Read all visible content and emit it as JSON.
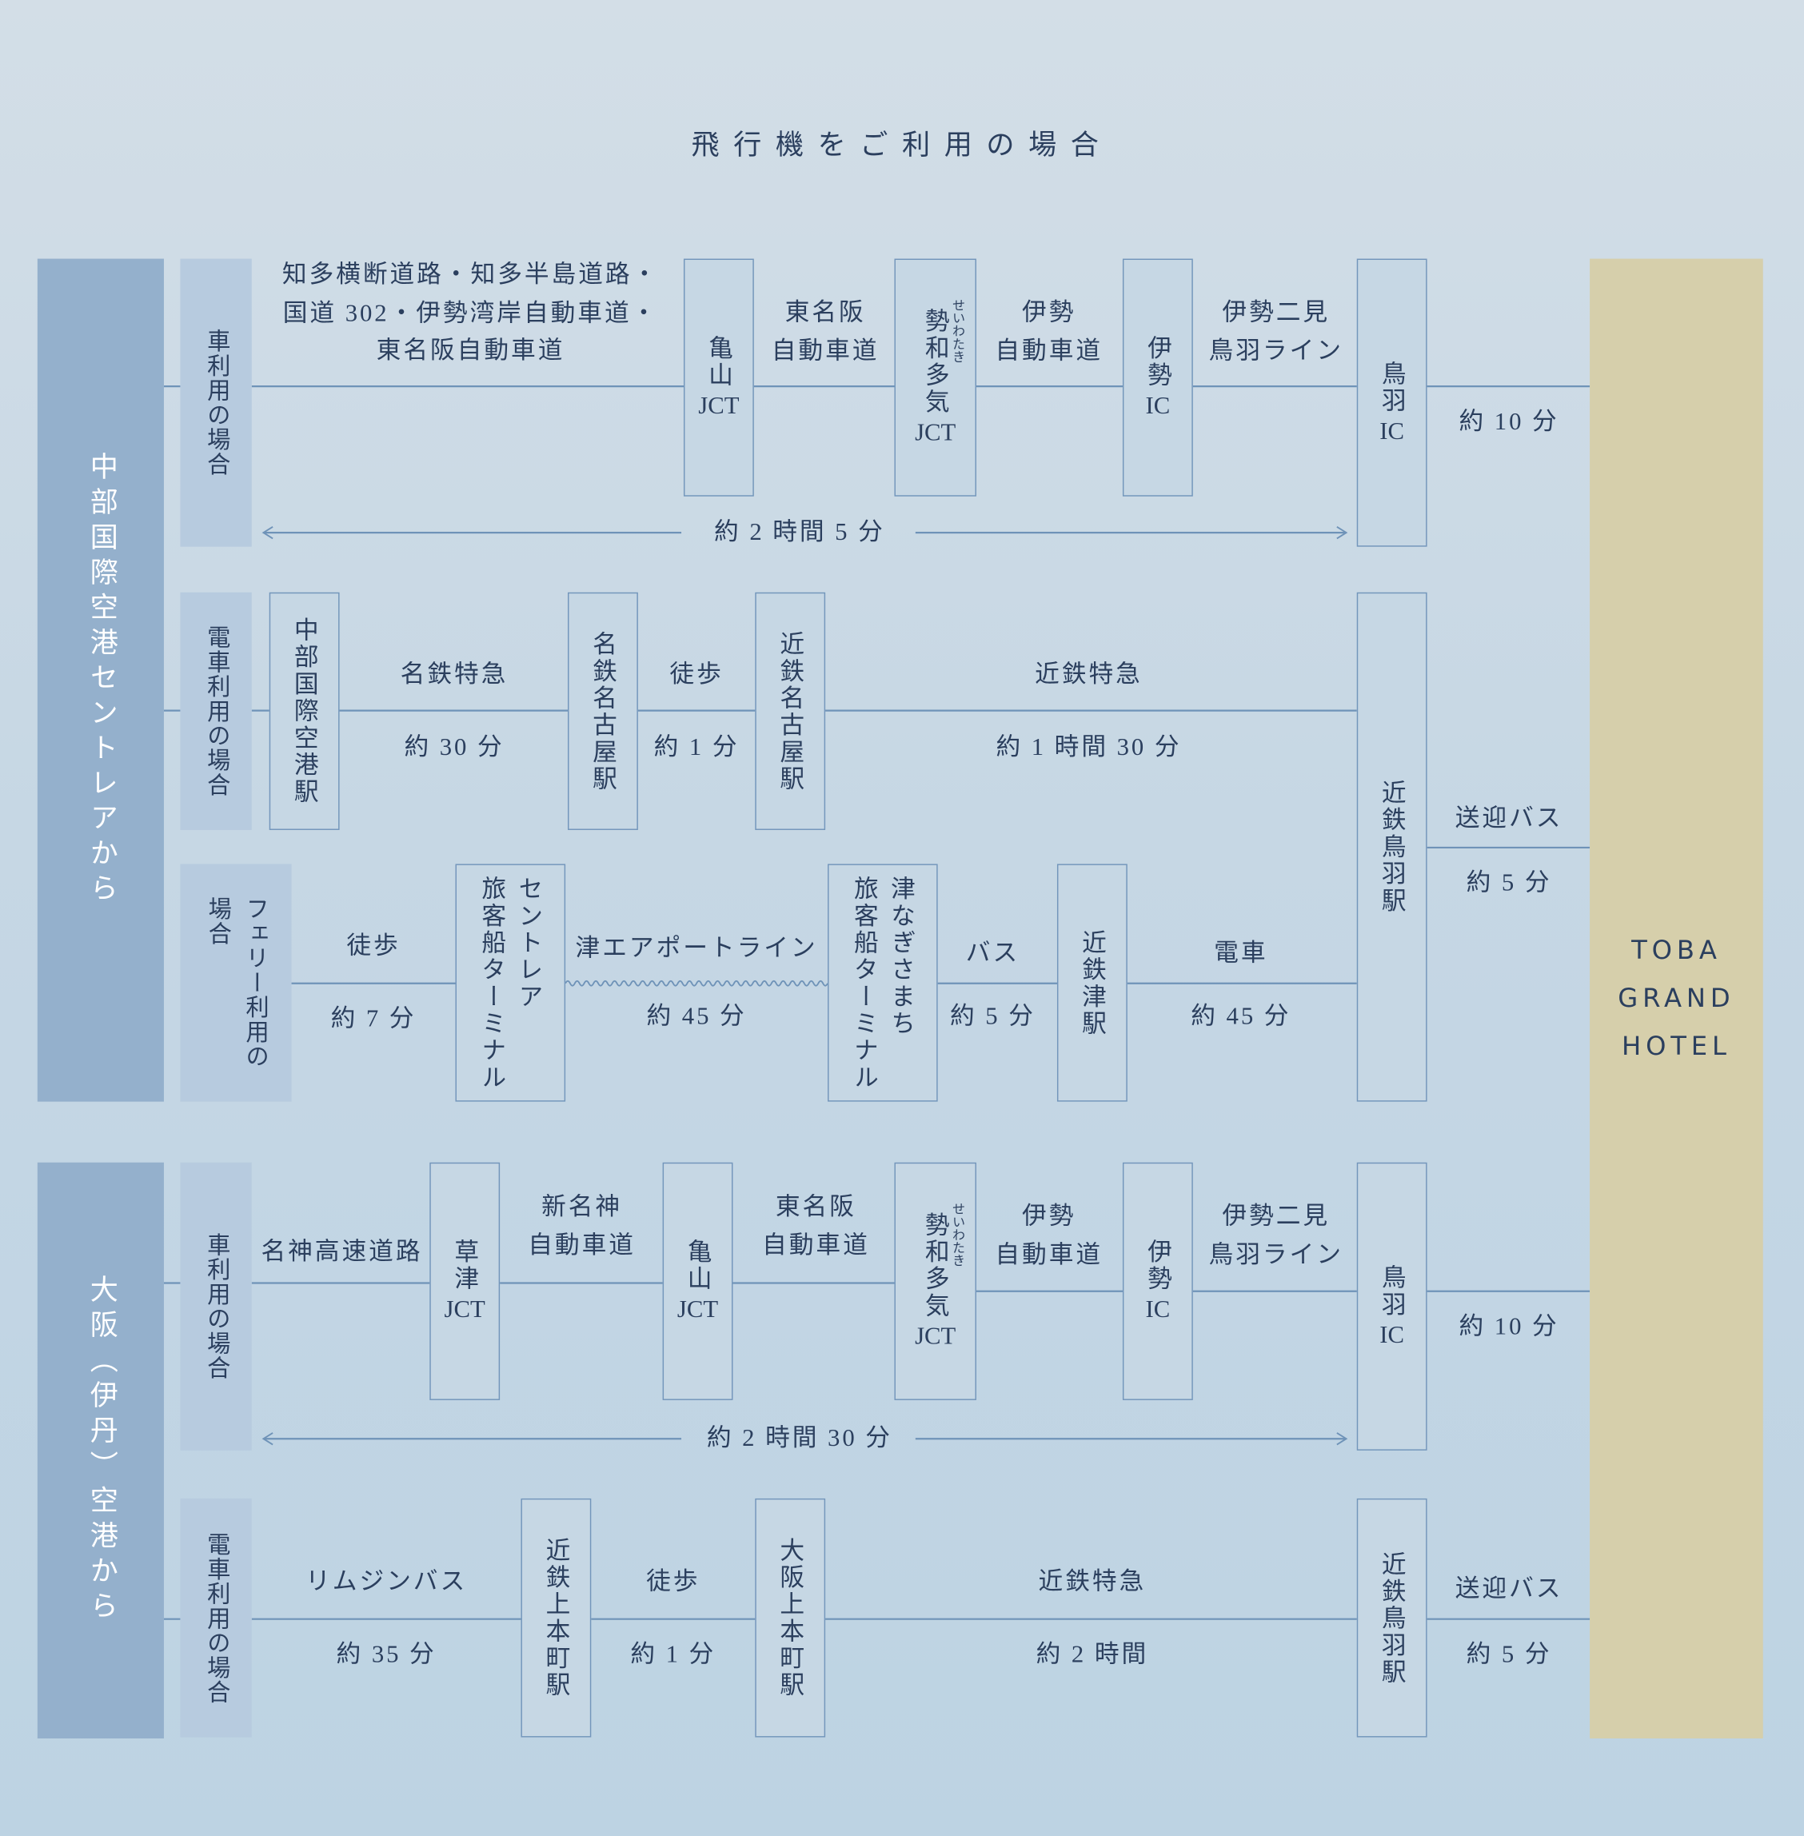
{
  "title": "飛行機をご利用の場合",
  "hotel": {
    "lines": [
      "TOBA",
      "GRAND",
      "HOTEL"
    ]
  },
  "origins": [
    {
      "label": "中部国際空港セントレアから"
    },
    {
      "label": "大阪（伊丹）空港から"
    }
  ],
  "routes": [
    {
      "mode": "車利用の場合",
      "stations": [
        {
          "name": "亀山",
          "suffix": "JCT"
        },
        {
          "name": "勢和多気",
          "ruby": "せいわたき",
          "suffix": "JCT"
        },
        {
          "name": "伊勢",
          "suffix": "IC"
        },
        {
          "name": "鳥羽",
          "suffix": "IC"
        }
      ],
      "segments": [
        {
          "above": "知多横断道路・知多半島道路・\n国道 302・伊勢湾岸自動車道・\n東名阪自動車道"
        },
        {
          "above": "東名阪\n自動車道"
        },
        {
          "above": "伊勢\n自動車道"
        },
        {
          "above": "伊勢二見\n鳥羽ライン"
        },
        {
          "below": "約 10 分"
        }
      ],
      "total": "約 2 時間 5 分"
    },
    {
      "mode": "電車利用の場合",
      "stations": [
        {
          "name": "中部国際空港駅"
        },
        {
          "name": "名鉄名古屋駅"
        },
        {
          "name": "近鉄名古屋駅"
        },
        {
          "name": "近鉄鳥羽駅"
        }
      ],
      "segments": [
        {
          "above": "名鉄特急",
          "below": "約 30 分"
        },
        {
          "above": "徒歩",
          "below": "約 1 分"
        },
        {
          "above": "近鉄特急",
          "below": "約 1 時間 30 分"
        },
        {
          "above": "送迎バス",
          "below": "約 5 分"
        }
      ]
    },
    {
      "mode": "フェリー利用の\n場合",
      "stations": [
        {
          "name": "セントレア\n旅客船ターミナル"
        },
        {
          "name": "津なぎさまち\n旅客船ターミナル"
        },
        {
          "name": "近鉄津駅"
        }
      ],
      "segments": [
        {
          "above": "徒歩",
          "below": "約 7 分"
        },
        {
          "above": "津エアポートライン",
          "below": "約 45 分"
        },
        {
          "above": "バス",
          "below": "約 5 分"
        },
        {
          "above": "電車",
          "below": "約 45 分"
        }
      ]
    },
    {
      "mode": "車利用の場合",
      "stations": [
        {
          "name": "草津",
          "suffix": "JCT"
        },
        {
          "name": "亀山",
          "suffix": "JCT"
        },
        {
          "name": "勢和多気",
          "ruby": "せいわたき",
          "suffix": "JCT"
        },
        {
          "name": "伊勢",
          "suffix": "IC"
        },
        {
          "name": "鳥羽",
          "suffix": "IC"
        }
      ],
      "segments": [
        {
          "above": "名神高速道路"
        },
        {
          "above": "新名神\n自動車道"
        },
        {
          "above": "東名阪\n自動車道"
        },
        {
          "above": "伊勢\n自動車道"
        },
        {
          "above": "伊勢二見\n鳥羽ライン"
        },
        {
          "below": "約 10 分"
        }
      ],
      "total": "約 2 時間 30 分"
    },
    {
      "mode": "電車利用の場合",
      "stations": [
        {
          "name": "近鉄上本町駅"
        },
        {
          "name": "大阪上本町駅"
        },
        {
          "name": "近鉄鳥羽駅"
        }
      ],
      "segments": [
        {
          "above": "リムジンバス",
          "below": "約 35 分"
        },
        {
          "above": "徒歩",
          "below": "約 1 分"
        },
        {
          "above": "近鉄特急",
          "below": "約 2 時間"
        },
        {
          "above": "送迎バス",
          "below": "約 5 分"
        }
      ]
    }
  ],
  "colors": {
    "line": "#6f93b8",
    "origin": "#94b0cc",
    "mode": "#b7cbdf",
    "hotel": "#d6cfab",
    "text": "#2b3f5e"
  }
}
